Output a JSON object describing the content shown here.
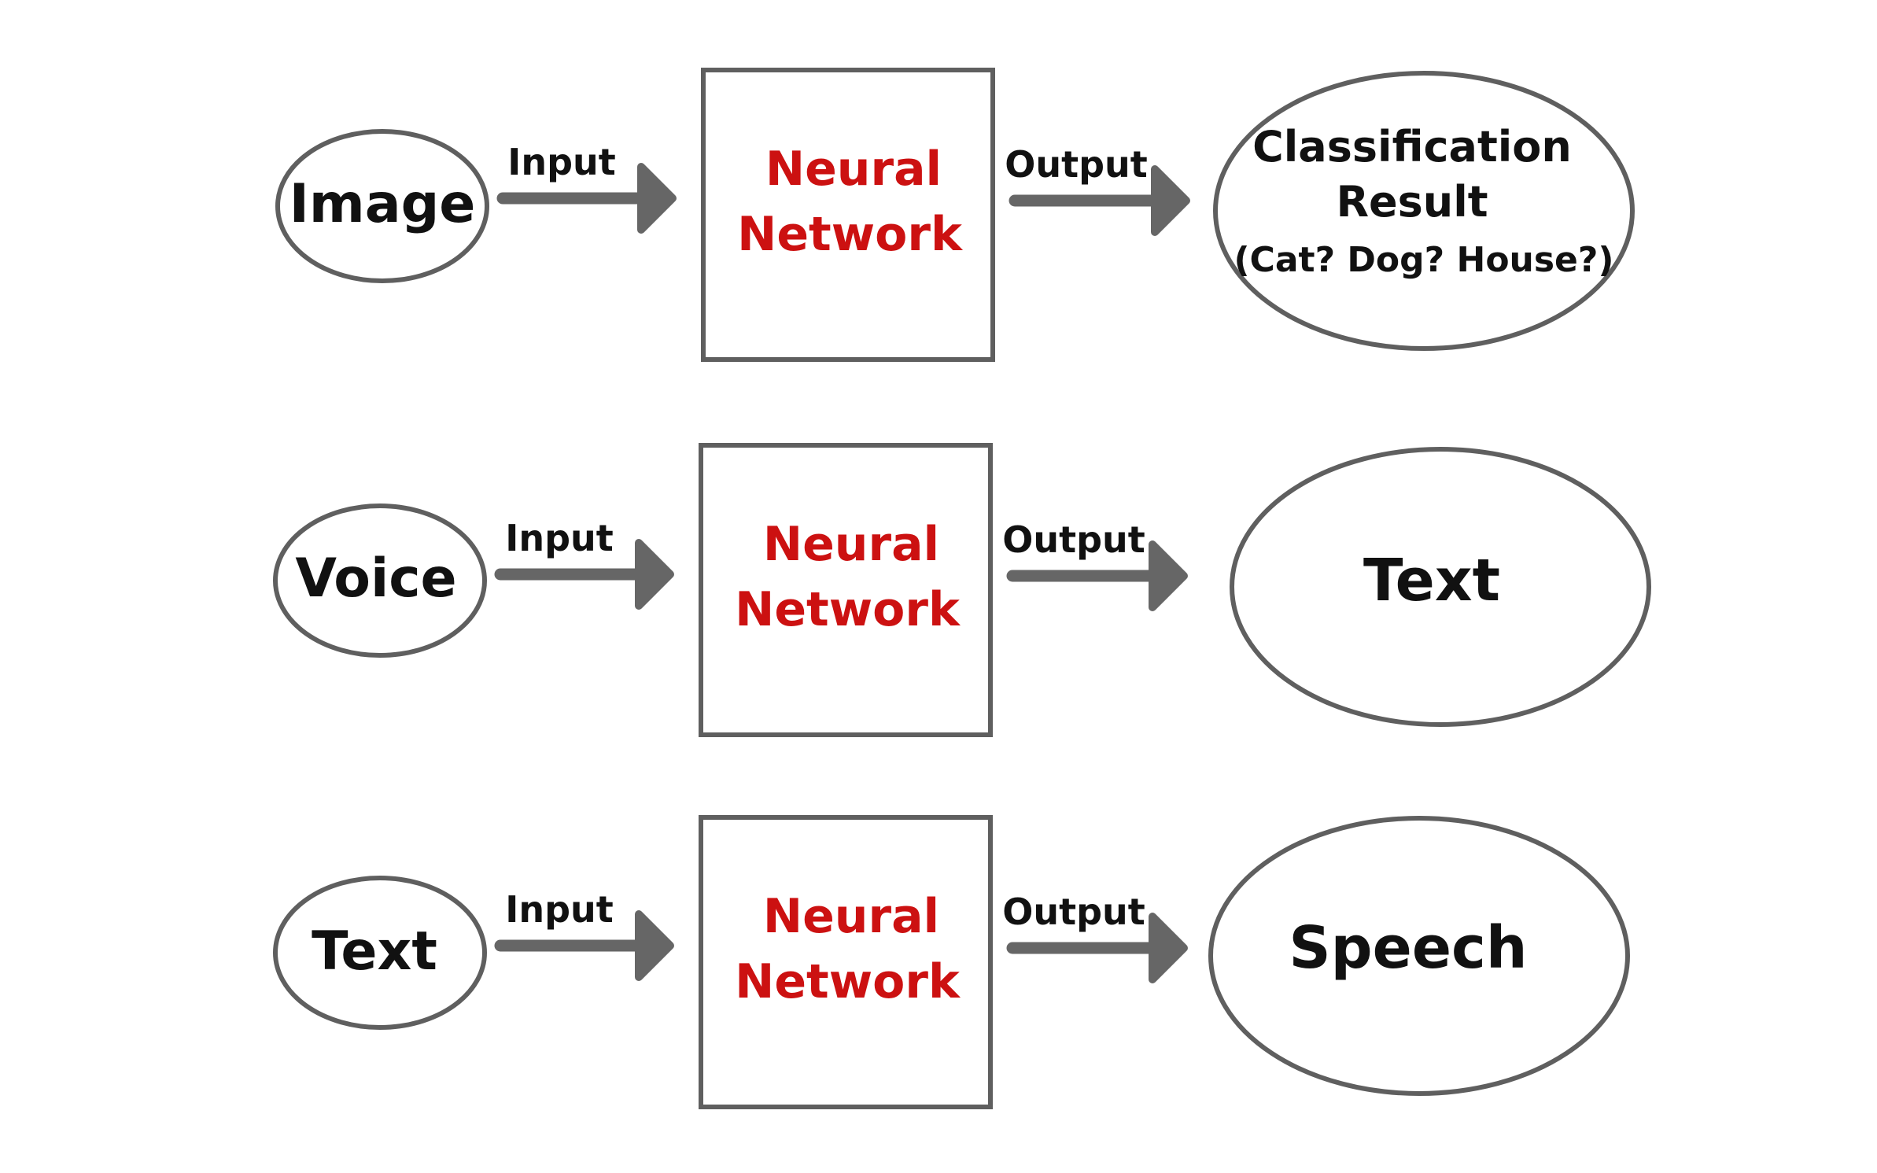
{
  "colors": {
    "outline": "#5f5f5f",
    "arrow": "#666666",
    "text": "#111111",
    "neural_network_text": "#cc1111",
    "background": "#ffffff"
  },
  "rows": [
    {
      "input": "Image",
      "input_arrow_label": "Input",
      "network_line1": "Neural",
      "network_line2": "Network",
      "output_arrow_label": "Output",
      "output_line1": "Classification",
      "output_line2": "Result",
      "output_line3": "(Cat? Dog? House?)"
    },
    {
      "input": "Voice",
      "input_arrow_label": "Input",
      "network_line1": "Neural",
      "network_line2": "Network",
      "output_arrow_label": "Output",
      "output_line1": "Text"
    },
    {
      "input": "Text",
      "input_arrow_label": "Input",
      "network_line1": "Neural",
      "network_line2": "Network",
      "output_arrow_label": "Output",
      "output_line1": "Speech"
    }
  ]
}
